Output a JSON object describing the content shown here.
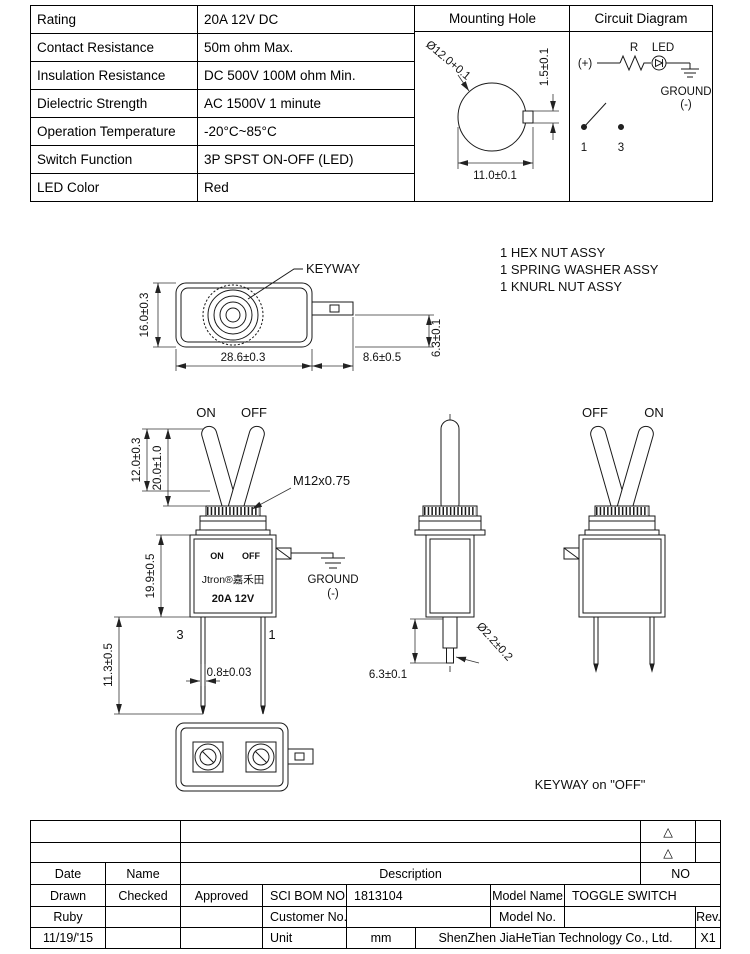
{
  "spec_table": {
    "rows": [
      {
        "label": "Rating",
        "value": "20A 12V DC"
      },
      {
        "label": "Contact Resistance",
        "value": "50m ohm Max."
      },
      {
        "label": "Insulation Resistance",
        "value": "DC 500V 100M ohm Min."
      },
      {
        "label": "Dielectric Strength",
        "value": "AC 1500V 1 minute"
      },
      {
        "label": "Operation Temperature",
        "value": "-20°C~85°C"
      },
      {
        "label": "Switch Function",
        "value": "3P SPST ON-OFF (LED)"
      },
      {
        "label": "LED Color",
        "value": "Red"
      }
    ]
  },
  "mounting_hole": {
    "title": "Mounting Hole",
    "dim_diameter": "Ø12.0+0.1",
    "dim_keyway_height": "1.5±0.1",
    "dim_across": "11.0±0.1"
  },
  "circuit": {
    "title": "Circuit Diagram",
    "positive_label": "(+)",
    "resistor_label": "R",
    "led_label": "LED",
    "ground_label": "GROUND",
    "negative_label": "(-)",
    "pin1": "1",
    "pin3": "3"
  },
  "assembly_notes": {
    "line1": "1 HEX NUT ASSY",
    "line2": "1 SPRING WASHER ASSY",
    "line3": "1 KNURL NUT ASSY"
  },
  "top_view": {
    "keyway_label": "KEYWAY",
    "dim_height": "16.0±0.3",
    "dim_width": "28.6±0.3",
    "dim_terminal": "8.6±0.5",
    "dim_terminal_offset": "6.3±0.1"
  },
  "front_view": {
    "on_label": "ON",
    "off_label": "OFF",
    "dim_lever_travel": "12.0±0.3",
    "dim_lever_length": "20.0±1.0",
    "thread_label": "M12x0.75",
    "body_on": "ON",
    "body_off": "OFF",
    "brand": "Jtron®嘉禾田",
    "body_rating": "20A 12V",
    "pin3": "3",
    "pin1": "1",
    "dim_body_height": "19.9±0.5",
    "dim_pin_length": "11.3±0.5",
    "dim_pin_width": "0.8±0.03",
    "ground_label": "GROUND",
    "negative_label": "(-)"
  },
  "side_view": {
    "dim_pin_len": "6.3±0.1",
    "dim_pin_dia": "Ø2.2±0.2"
  },
  "right_view": {
    "off_label": "OFF",
    "on_label": "ON"
  },
  "keyway_note": "KEYWAY on \"OFF\"",
  "title_block": {
    "revision_mark": "△",
    "no_label": "NO",
    "date_label": "Date",
    "name_label": "Name",
    "description_label": "Description",
    "drawn_label": "Drawn",
    "checked_label": "Checked",
    "approved_label": "Approved",
    "sci_bom_label": "SCI BOM NO.",
    "sci_bom_value": "1813104",
    "model_name_label": "Model Name",
    "model_name_value": "TOGGLE SWITCH",
    "drawn_name": "Ruby",
    "customer_no_label": "Customer No.",
    "model_no_label": "Model No.",
    "rev_label": "Rev.",
    "date_value": "11/19/'15",
    "unit_label": "Unit",
    "unit_value": "mm",
    "company": "ShenZhen JiaHeTian Technology Co., Ltd.",
    "rev_value": "X1"
  }
}
